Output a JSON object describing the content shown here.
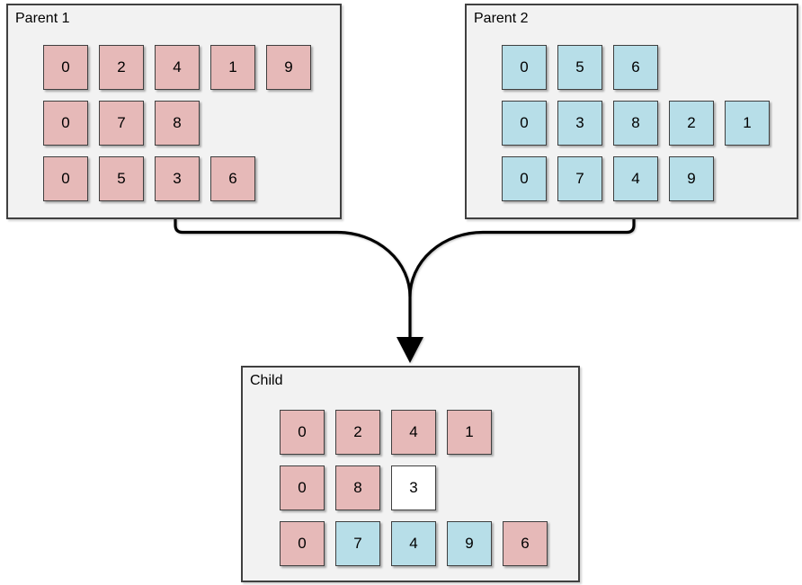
{
  "colors": {
    "parent1_gene": "#e6b9b8",
    "parent2_gene": "#b7dee8",
    "neutral_gene": "#ffffff",
    "box_fill": "#f2f2f2",
    "box_border": "#404040",
    "gene_border": "#3f3f3f",
    "arrow": "#000000"
  },
  "boxes": [
    {
      "id": "parent1",
      "label": "Parent 1",
      "rows": [
        [
          {
            "value": "0",
            "color": "parent1"
          },
          {
            "value": "2",
            "color": "parent1"
          },
          {
            "value": "4",
            "color": "parent1"
          },
          {
            "value": "1",
            "color": "parent1"
          },
          {
            "value": "9",
            "color": "parent1"
          }
        ],
        [
          {
            "value": "0",
            "color": "parent1"
          },
          {
            "value": "7",
            "color": "parent1"
          },
          {
            "value": "8",
            "color": "parent1"
          }
        ],
        [
          {
            "value": "0",
            "color": "parent1"
          },
          {
            "value": "5",
            "color": "parent1"
          },
          {
            "value": "3",
            "color": "parent1"
          },
          {
            "value": "6",
            "color": "parent1"
          }
        ]
      ]
    },
    {
      "id": "parent2",
      "label": "Parent 2",
      "rows": [
        [
          {
            "value": "0",
            "color": "parent2"
          },
          {
            "value": "5",
            "color": "parent2"
          },
          {
            "value": "6",
            "color": "parent2"
          }
        ],
        [
          {
            "value": "0",
            "color": "parent2"
          },
          {
            "value": "3",
            "color": "parent2"
          },
          {
            "value": "8",
            "color": "parent2"
          },
          {
            "value": "2",
            "color": "parent2"
          },
          {
            "value": "1",
            "color": "parent2"
          }
        ],
        [
          {
            "value": "0",
            "color": "parent2"
          },
          {
            "value": "7",
            "color": "parent2"
          },
          {
            "value": "4",
            "color": "parent2"
          },
          {
            "value": "9",
            "color": "parent2"
          }
        ]
      ]
    },
    {
      "id": "child",
      "label": "Child",
      "rows": [
        [
          {
            "value": "0",
            "color": "parent1"
          },
          {
            "value": "2",
            "color": "parent1"
          },
          {
            "value": "4",
            "color": "parent1"
          },
          {
            "value": "1",
            "color": "parent1"
          }
        ],
        [
          {
            "value": "0",
            "color": "parent1"
          },
          {
            "value": "8",
            "color": "parent1"
          },
          {
            "value": "3",
            "color": "neutral"
          }
        ],
        [
          {
            "value": "0",
            "color": "parent1"
          },
          {
            "value": "7",
            "color": "parent2"
          },
          {
            "value": "4",
            "color": "parent2"
          },
          {
            "value": "9",
            "color": "parent2"
          },
          {
            "value": "6",
            "color": "parent1"
          }
        ]
      ]
    }
  ]
}
